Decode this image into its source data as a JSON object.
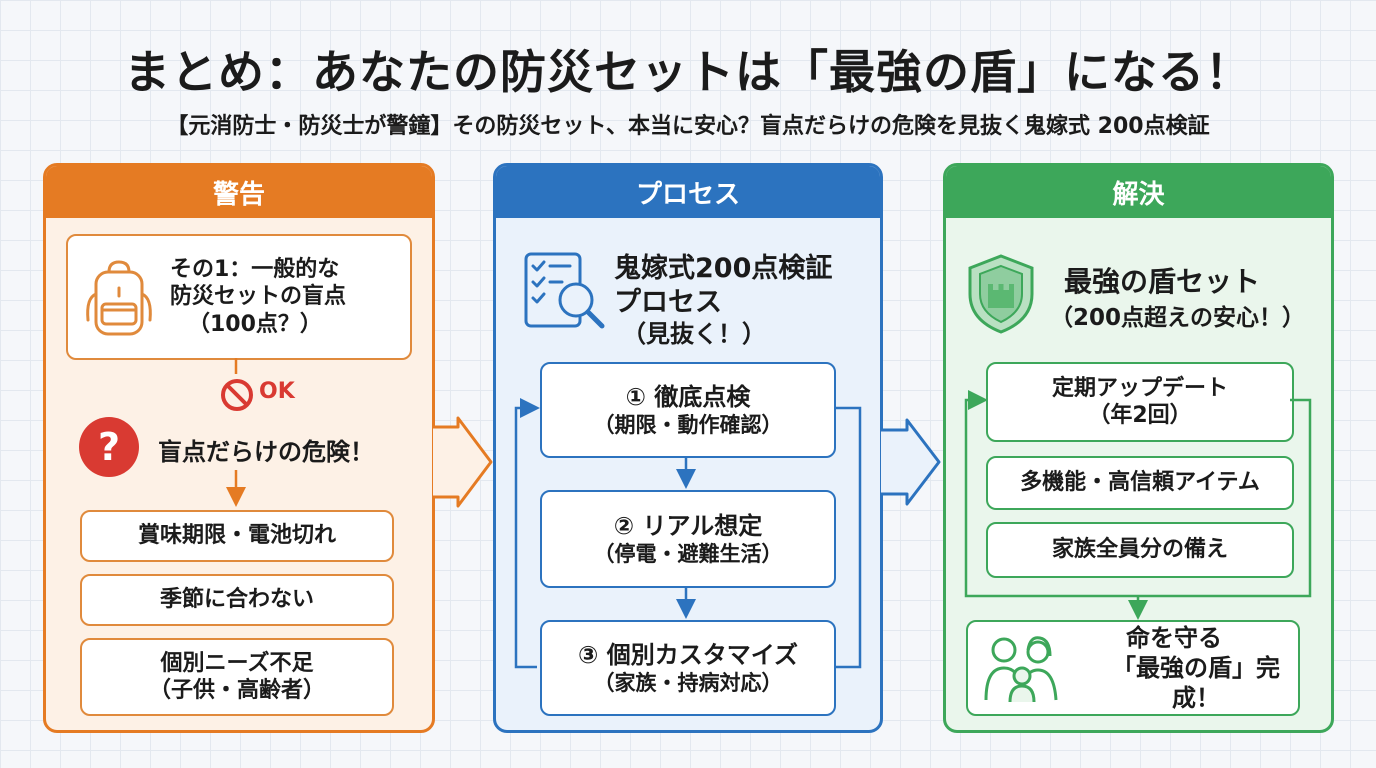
{
  "header": {
    "title": "まとめ：あなたの防災セットは「最強の盾」になる！",
    "subtitle": "【元消防士・防災士が警鐘】その防災セット、本当に安心？盲点だらけの危険を見抜く鬼嫁式 200点検証"
  },
  "colors": {
    "warning": "#e57b23",
    "process": "#2c73bf",
    "solution": "#3da75a",
    "danger": "#d93a32"
  },
  "warning": {
    "heading": "警告",
    "card": {
      "line1": "その1：一般的な",
      "line2": "防災セットの盲点",
      "line3": "（100点？）",
      "icon": "backpack-icon"
    },
    "no_ok": {
      "icon": "prohibited-icon",
      "label": "OK"
    },
    "danger": {
      "icon": "question-icon",
      "text": "盲点だらけの危険！"
    },
    "items": [
      {
        "line1": "賞味期限・電池切れ",
        "line2": ""
      },
      {
        "line1": "季節に合わない",
        "line2": ""
      },
      {
        "line1": "個別ニーズ不足",
        "line2": "（子供・高齢者）"
      }
    ]
  },
  "process": {
    "heading": "プロセス",
    "intro": {
      "line1": "鬼嫁式200点検証",
      "line2": "プロセス",
      "line3": "（見抜く！）",
      "icon": "checklist-magnifier-icon"
    },
    "steps": [
      {
        "line1": "① 徹底点検",
        "line2": "（期限・動作確認）"
      },
      {
        "line1": "② リアル想定",
        "line2": "（停電・避難生活）"
      },
      {
        "line1": "③ 個別カスタマイズ",
        "line2": "（家族・持病対応）"
      }
    ]
  },
  "solution": {
    "heading": "解決",
    "intro": {
      "line1": "最強の盾セット",
      "line2": "（200点超えの安心！）",
      "icon": "shield-icon"
    },
    "items": [
      {
        "line1": "定期アップデート",
        "line2": "（年2回）"
      },
      {
        "line1": "多機能・高信頼アイテム",
        "line2": ""
      },
      {
        "line1": "家族全員分の備え",
        "line2": ""
      }
    ],
    "result": {
      "line1": "命を守る",
      "line2": "「最強の盾」完成！",
      "icon": "family-icon"
    }
  }
}
